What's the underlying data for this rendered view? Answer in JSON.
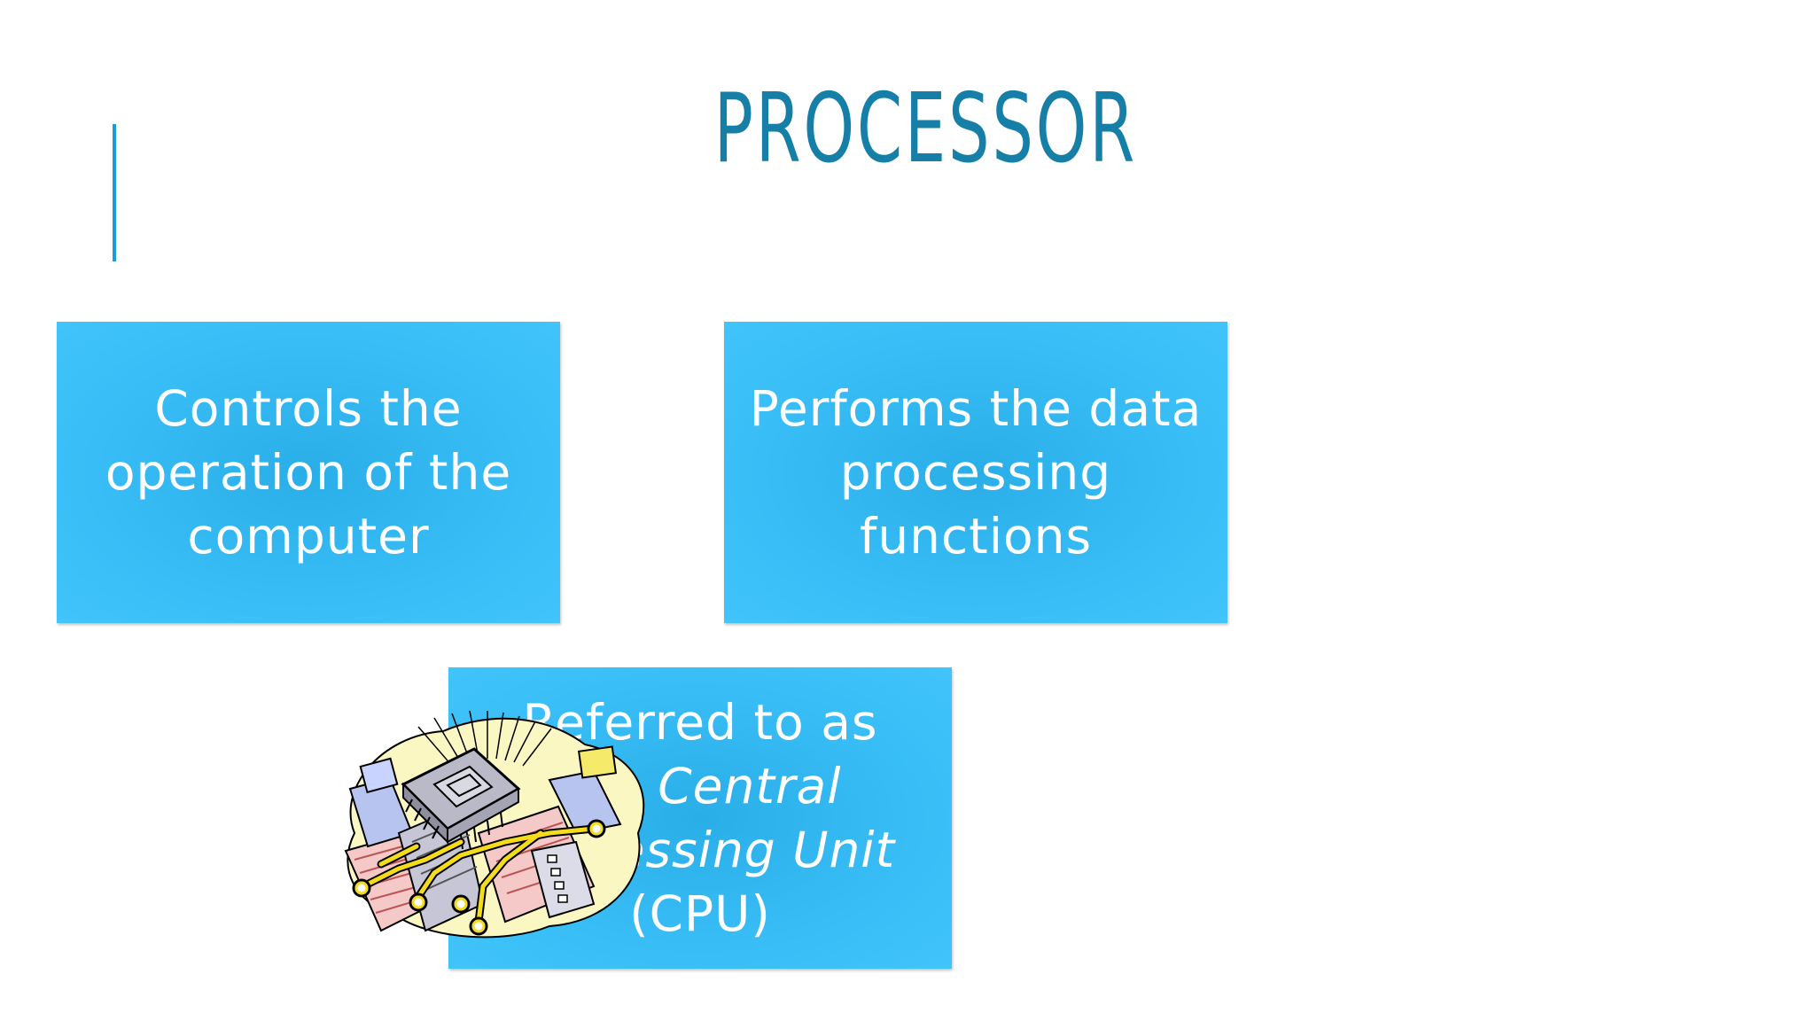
{
  "slide": {
    "title": "PROCESSOR",
    "accent_color": "#1b9bd7",
    "title_color": "#167fa8",
    "box_color": "#38bdf6",
    "boxes": [
      {
        "lines": [
          "Controls the",
          "operation of the",
          "computer"
        ]
      },
      {
        "lines": [
          "Performs the data",
          "processing",
          "functions"
        ]
      },
      {
        "line1": "Referred to as",
        "line2": "the Central",
        "line3": "Processing Unit",
        "line4": "(CPU)"
      }
    ],
    "clipart_icon": "cpu-chip-clipart-icon"
  }
}
